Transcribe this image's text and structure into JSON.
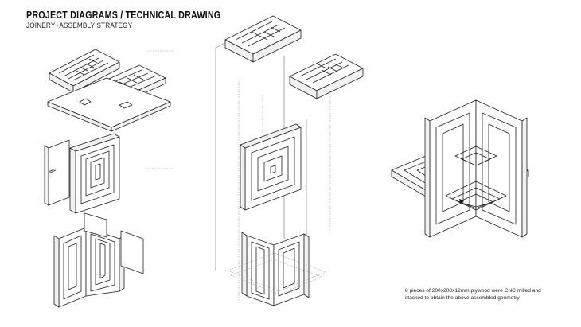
{
  "header": {
    "title": "PROJECT DIAGRAMS / TECHNICAL DRAWING",
    "subtitle": "JOINERY+ASSEMBLY STRATEGY"
  },
  "caption": {
    "text": "8 pieces of 200x200x12mm plywood were CNC milled and stacked to obtain the above assembled geometry"
  }
}
